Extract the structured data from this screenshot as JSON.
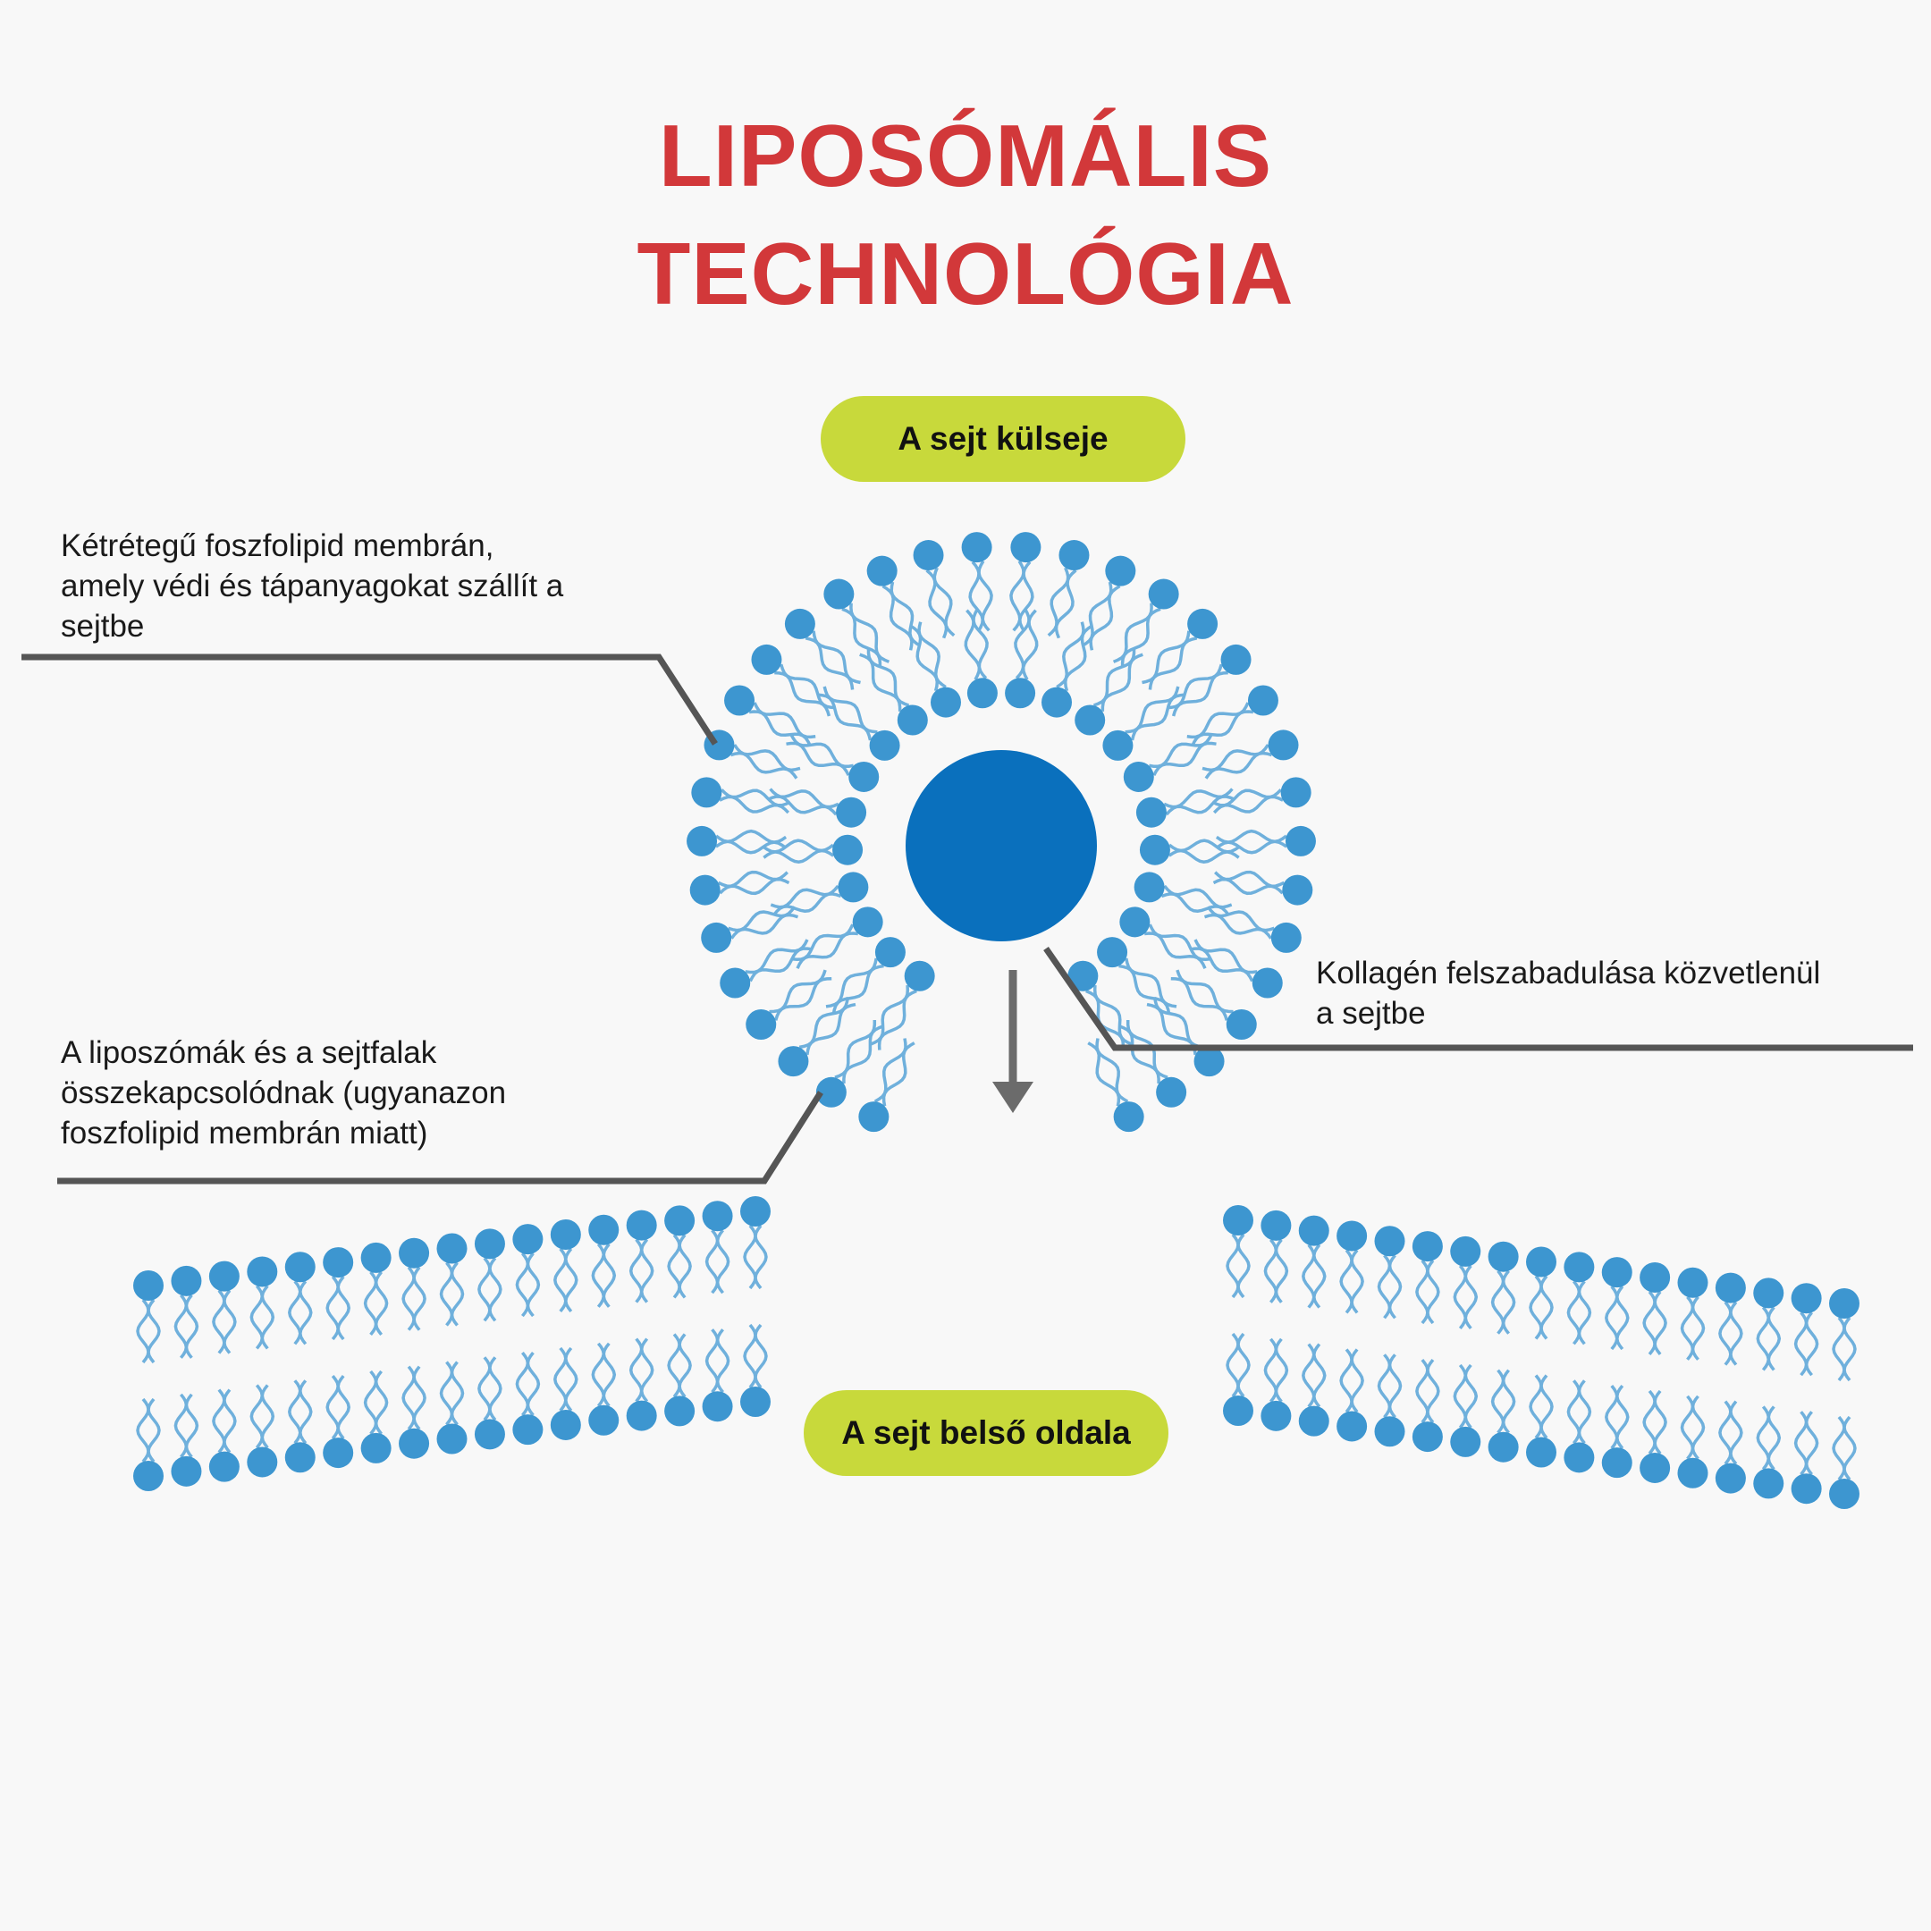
{
  "title": {
    "line1": "LIPOSÓMÁLIS",
    "line2": "TECHNOLÓGIA"
  },
  "labels": {
    "outside": "A sejt külseje",
    "inside": "A sejt belső oldala"
  },
  "annotations": {
    "bilayer": "Kétrétegű foszfolipid membrán,\namely védi és tápanyagokat szállít a\nsejtbe",
    "fusion": "A liposzómák és a sejtfalak\nösszekapcsolódnak (ugyanazon\nfoszfolipid membrán miatt)",
    "release": "Kollagén felszabadulása közvetlenül\na sejtbe"
  },
  "colors": {
    "title": "#d2383a",
    "pill": "#c8d93b",
    "lipid_head": "#3d96d0",
    "lipid_tail": "#6fb0dc",
    "core": "#0a70bd",
    "leader": "#555555",
    "arrow": "#6b6b6b"
  }
}
